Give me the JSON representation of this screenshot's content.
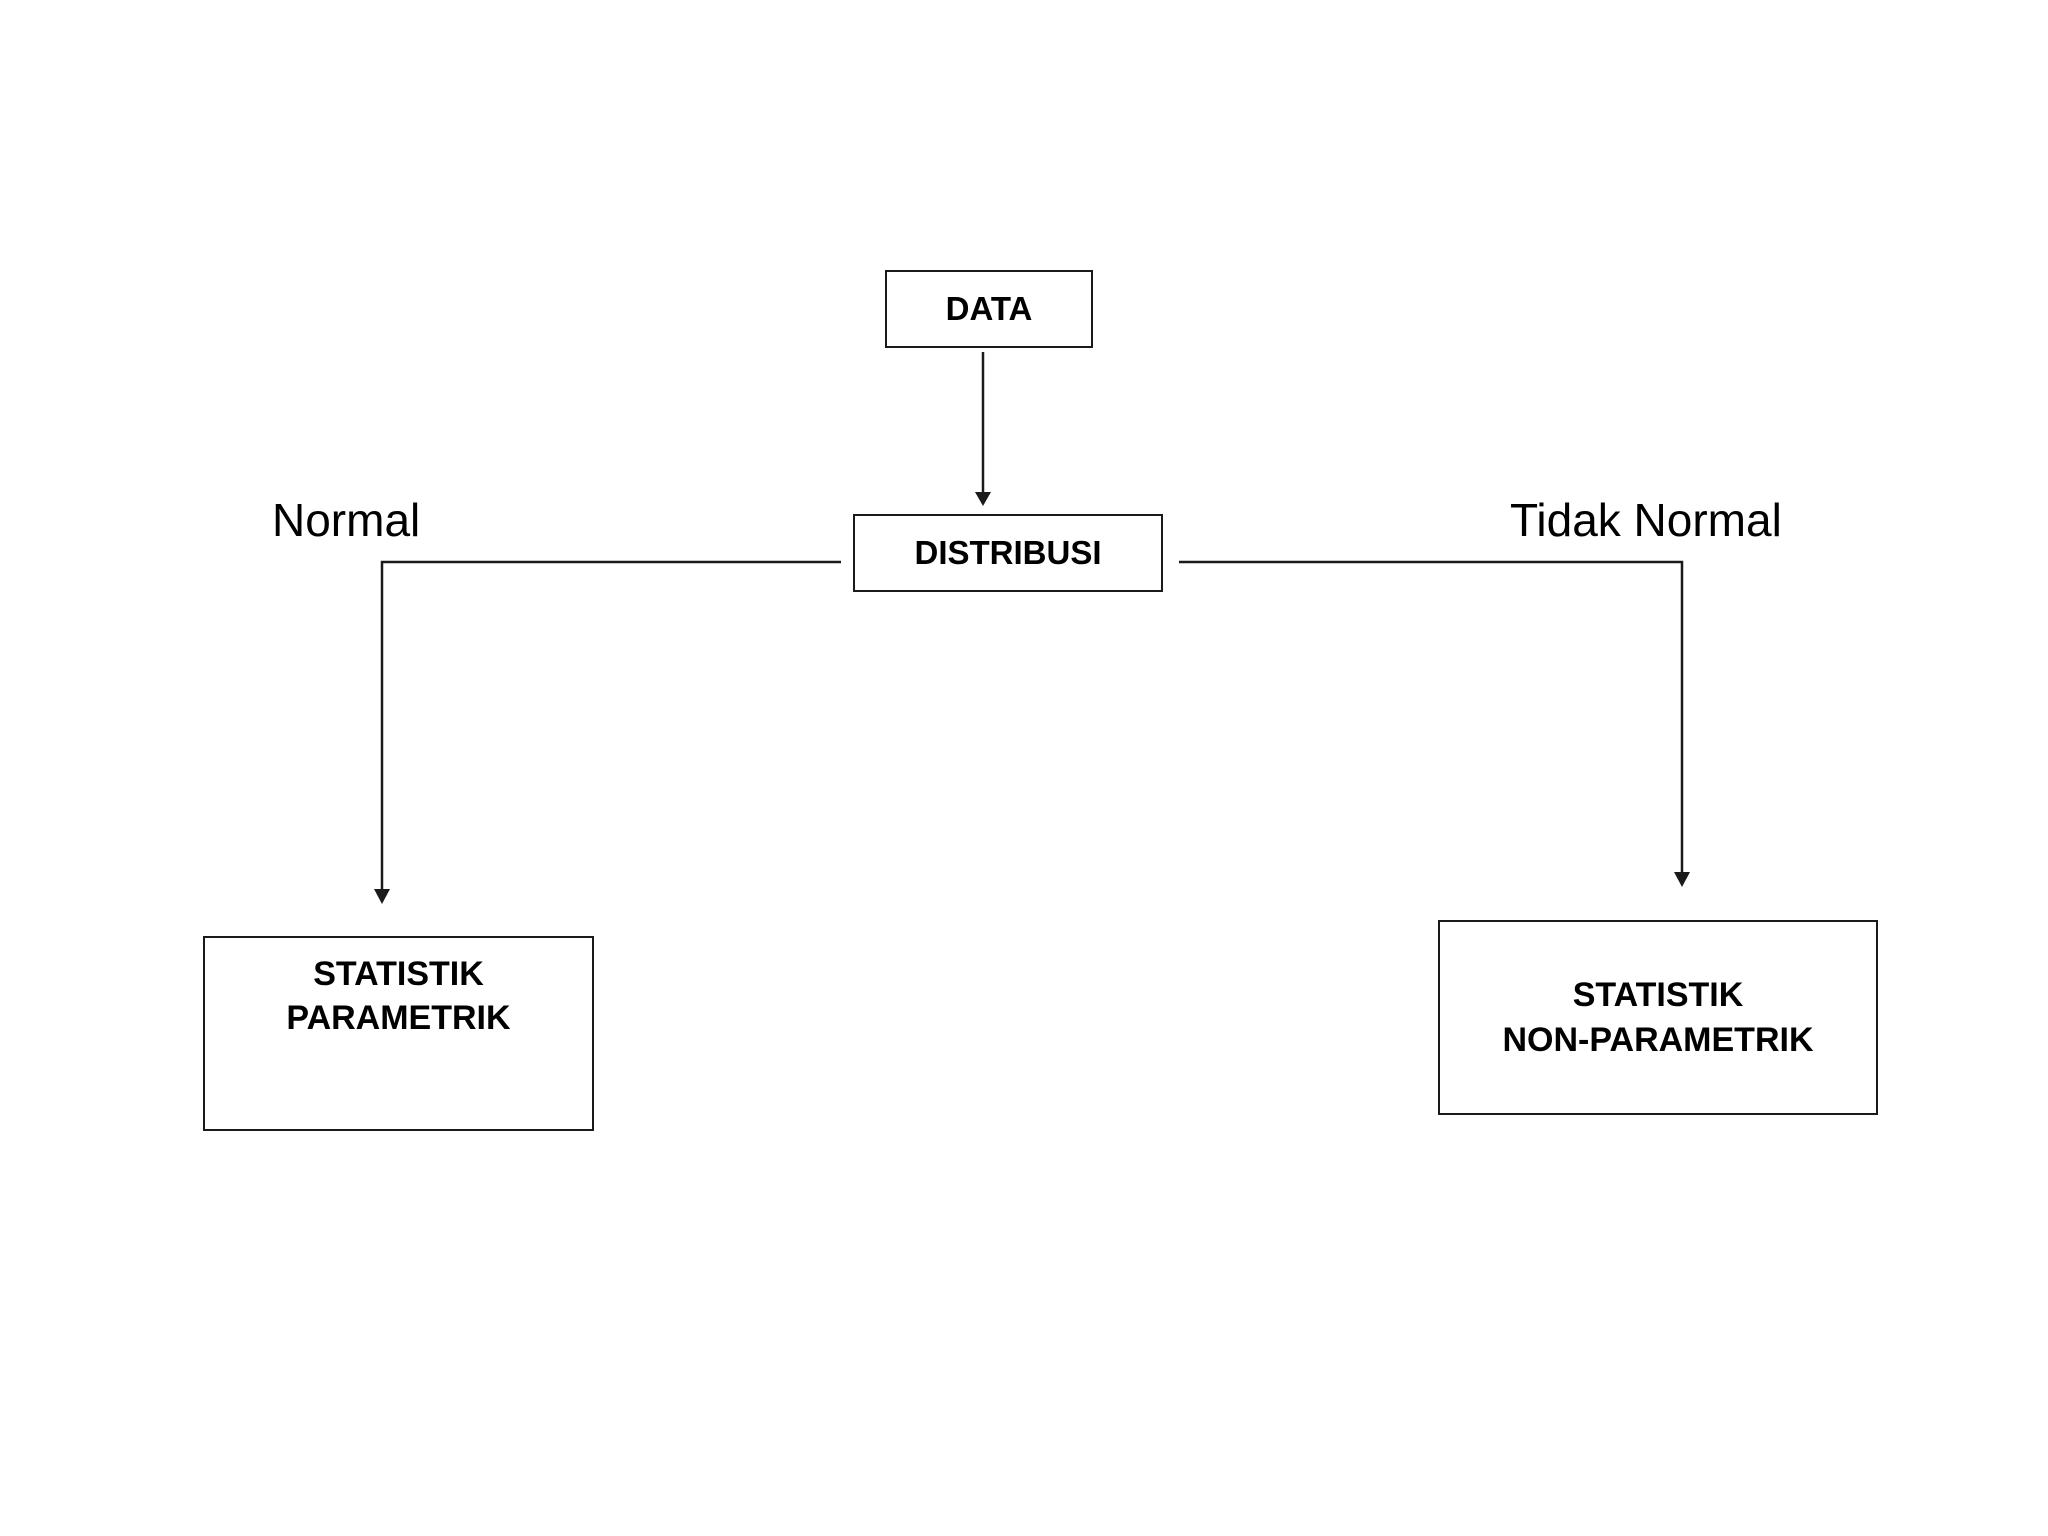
{
  "nodes": {
    "data": {
      "label": "DATA"
    },
    "distribusi": {
      "label": "DISTRIBUSI"
    },
    "parametrik": {
      "line1": "STATISTIK",
      "line2": "PARAMETRIK"
    },
    "nonparametrik": {
      "line1": "STATISTIK",
      "line2": "NON-PARAMETRIK"
    }
  },
  "edges": {
    "normal": {
      "label": "Normal"
    },
    "tidak_normal": {
      "label": "Tidak Normal"
    }
  },
  "colors": {
    "line": "#1a1a1a",
    "text": "#000000",
    "background": "#ffffff"
  }
}
